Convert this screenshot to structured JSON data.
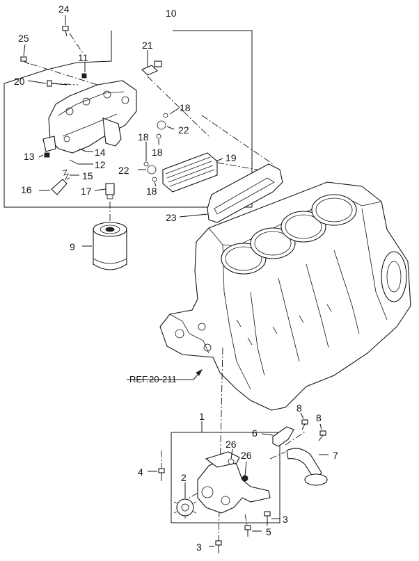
{
  "callouts": {
    "c1": "1",
    "c2": "2",
    "c3a": "3",
    "c3b": "3",
    "c4": "4",
    "c5": "5",
    "c6": "6",
    "c7": "7",
    "c8a": "8",
    "c8b": "8",
    "c9": "9",
    "c10": "10",
    "c11": "11",
    "c12": "12",
    "c13": "13",
    "c14": "14",
    "c15": "15",
    "c16": "16",
    "c17": "17",
    "c18a": "18",
    "c18b": "18",
    "c18c": "18",
    "c18d": "18",
    "c19": "19",
    "c20": "20",
    "c21": "21",
    "c22a": "22",
    "c22b": "22",
    "c23": "23",
    "c24": "24",
    "c25": "25",
    "c26a": "26",
    "c26b": "26"
  },
  "reference": {
    "label": "REF.20-211"
  }
}
